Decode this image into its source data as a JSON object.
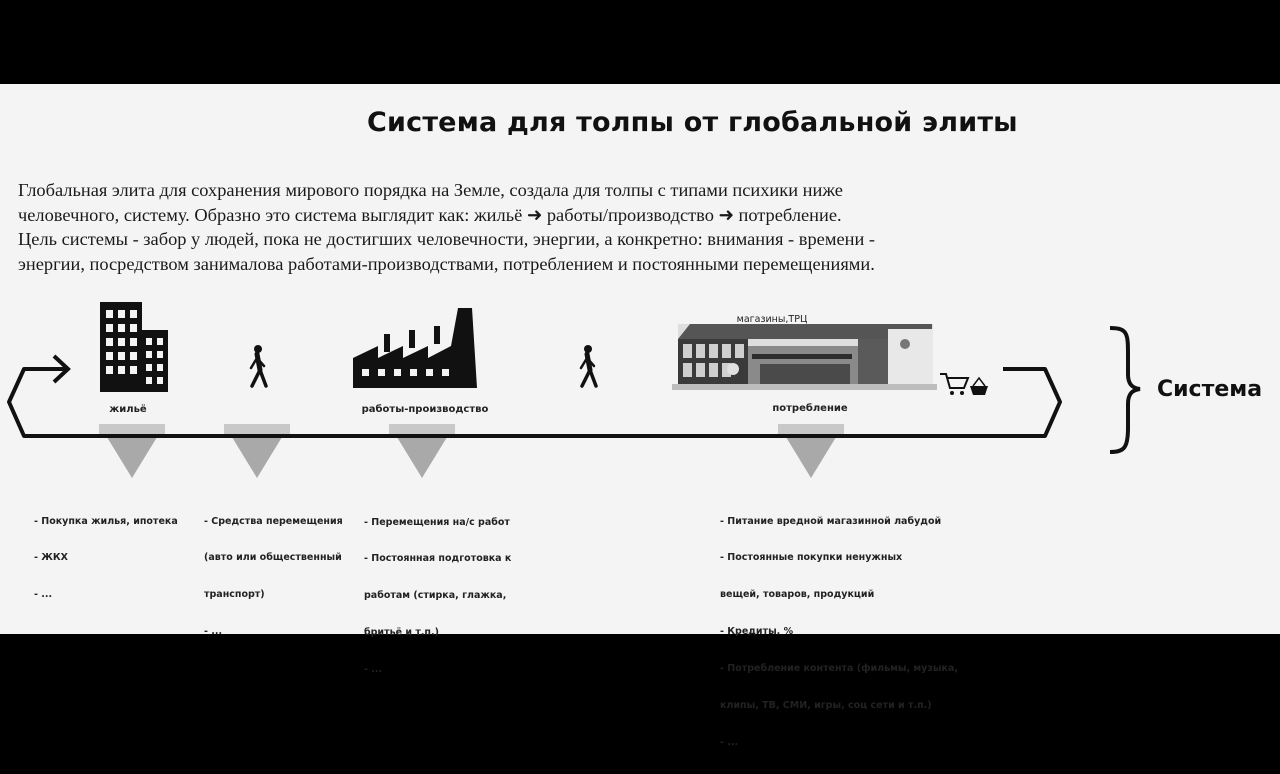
{
  "title": "Система для толпы от глобальной элиты",
  "intro_lines": [
    "Глобальная элита для сохранения мирового порядка на Земле, создала для толпы с типами психики ниже",
    "человечного, систему. Образно это система выглядит как: жильё ➜ работы/производство ➜ потребление.",
    "Цель системы - забор у людей, пока не достигших человечности,  энергии, а конкретно:  внимания - времени -",
    "энергии, посредством занималова работами-производствами, потреблением и постоянными перемещениями."
  ],
  "stages": {
    "housing": {
      "label": "жильё",
      "icon": "apartment-building-icon"
    },
    "work": {
      "label": "работы-производство",
      "icon": "factory-icon"
    },
    "consumption": {
      "label": "потребление",
      "sign": "магазины,ТРЦ",
      "icon": "shopping-mall-icon"
    }
  },
  "icons": [
    "walking-person-icon",
    "shopping-cart-icon",
    "shopping-basket-icon",
    "loop-arrow-icon",
    "brace-icon",
    "funnel-triangle-icon"
  ],
  "system_label": "Система",
  "notes": {
    "housing": [
      "- Покупка жилья, ипотека",
      "- ЖКХ",
      "- ..."
    ],
    "transport": [
      "- Средства перемещения",
      "(авто или общественный",
      "транспорт)",
      "- ..."
    ],
    "work": [
      "- Перемещения на/с работ",
      "- Постоянная подготовка к",
      "работам (стирка, глажка,",
      "бритьё и т.п.)",
      "- ..."
    ],
    "consumption": [
      "- Питание вредной магазинной лабудой",
      "- Постоянные покупки ненужных",
      "вещей, товаров, продукций",
      "- Кредиты, %",
      "- Потребление контента (фильмы, музыка,",
      "клипы, ТВ, СМИ, игры, соц сети и т.п.)",
      "- ..."
    ]
  },
  "colors": {
    "background": "#f4f4f4",
    "frame": "#000000",
    "ink": "#111111",
    "funnel": "#a9a9a9"
  }
}
